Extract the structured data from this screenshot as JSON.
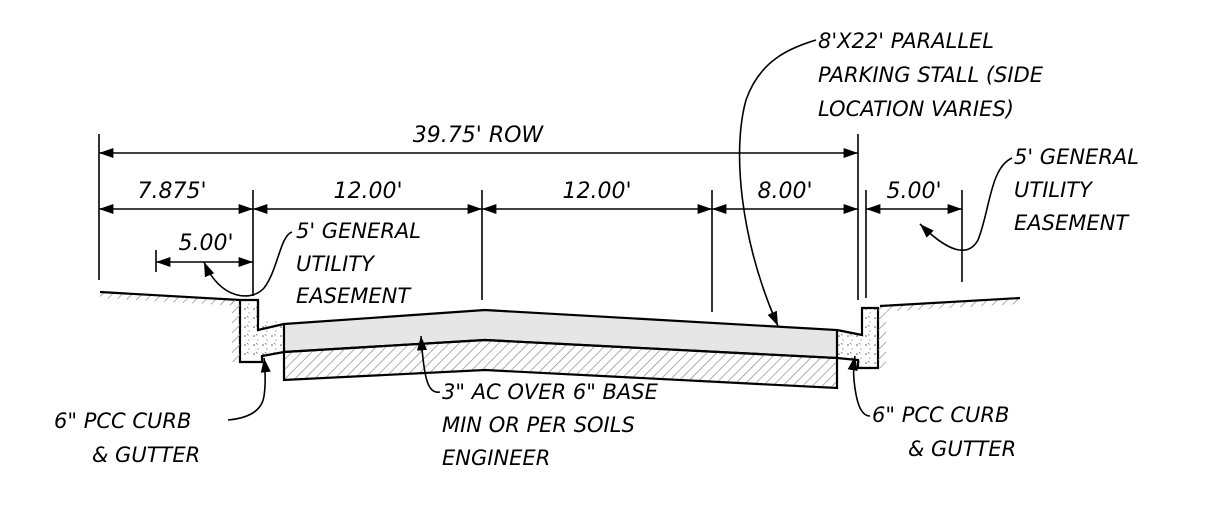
{
  "dimensions": {
    "row_total": "39.75' ROW",
    "segment_1": "7.875'",
    "segment_2": "12.00'",
    "segment_3": "12.00'",
    "segment_4": "8.00'",
    "segment_5": "5.00'",
    "left_easement_width": "5.00'"
  },
  "callouts": {
    "parking_stall": [
      "8'X22' PARALLEL",
      "PARKING STALL (SIDE",
      "LOCATION VARIES)"
    ],
    "right_easement": [
      "5' GENERAL",
      "UTILITY",
      "EASEMENT"
    ],
    "left_easement": [
      "5' GENERAL",
      "UTILITY",
      "EASEMENT"
    ],
    "pavement_section": [
      "3\" AC OVER 6\" BASE",
      "MIN OR PER SOILS",
      "ENGINEER"
    ],
    "left_curb": [
      "6\" PCC CURB",
      "& GUTTER"
    ],
    "right_curb": [
      "6\" PCC CURB",
      "& GUTTER"
    ]
  },
  "colors": {
    "line": "#000000",
    "asphalt_fill": "#e6e6e6",
    "concrete_fill": "#f2f2f2",
    "hatch": "#8c8c8c"
  }
}
